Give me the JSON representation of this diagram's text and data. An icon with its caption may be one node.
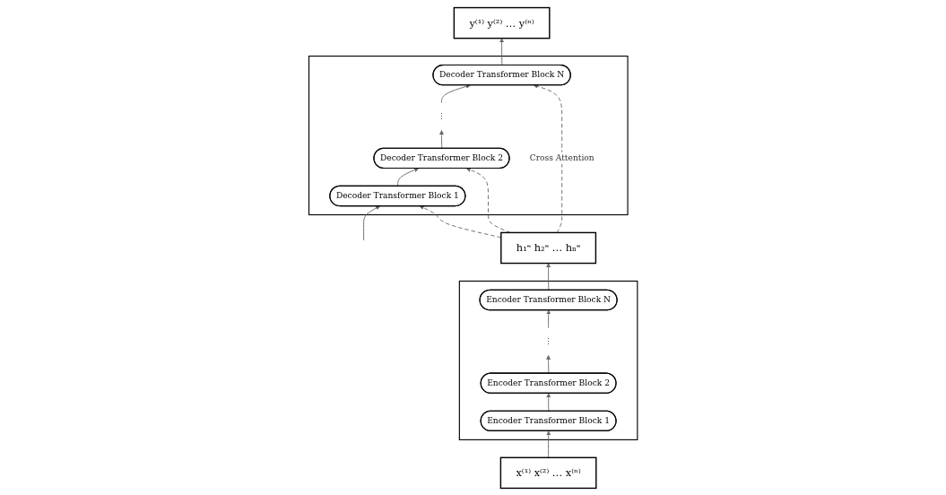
{
  "diagram": {
    "nodes": [
      {
        "text": [
          "h₁ᵉ h₂ᵉ … hₙᵉ"
        ]
      },
      {
        "text": [],
        "shape": "box"
      },
      {
        "text": [
          "Encoder Transformer Block N"
        ],
        "in": 1
      },
      {
        "text": [
          "⋮"
        ],
        "in": 1
      },
      {
        "text": [
          "Encoder Transformer Block 2"
        ],
        "in": 1
      },
      {
        "text": [
          "Encoder Transformer Block 1"
        ],
        "in": 1
      },
      {
        "text": [
          "x⁽¹⁾ x⁽²⁾ … x⁽ⁿ⁾"
        ]
      },
      {
        "text": [
          "y⁽¹⁾ y⁽²⁾ … y⁽ⁿ⁾"
        ]
      },
      {
        "text": [],
        "shape": "box"
      },
      {
        "text": [
          "Decoder Transformer Block N"
        ],
        "in": 8
      },
      {
        "text": [
          "⋮"
        ],
        "in": 8
      },
      {
        "text": [
          "Decoder Transformer Block 2"
        ],
        "in": 8
      },
      {
        "text": [
          "Decoder Transformer Block 1"
        ],
        "in": 8
      }
    ],
    "edges": [
      {
        "from": 6,
        "to": 5,
        "arrow": "to"
      },
      {
        "from": 5,
        "to": 4,
        "arrow": "to"
      },
      {
        "from": 4,
        "to": 3,
        "arrow": "to"
      },
      {
        "from": 3,
        "to": 2,
        "arrow": "to"
      },
      {
        "from": 2,
        "to": 0,
        "arrow": "to"
      },
      {
        "from": null,
        "to": 12,
        "arrow": "to"
      },
      {
        "from": 12,
        "to": 11,
        "arrow": "to"
      },
      {
        "from": 11,
        "to": 10,
        "arrow": "to"
      },
      {
        "from": 10,
        "to": 9,
        "arrow": "to"
      },
      {
        "from": 9,
        "to": 7,
        "arrow": "to"
      },
      {
        "from": 0,
        "to": 9,
        "arrow": "to",
        "style": "dashed",
        "label": "Cross Attention"
      },
      {
        "from": 0,
        "to": 11,
        "arrow": "to",
        "style": "dashed"
      },
      {
        "from": 0,
        "to": 12,
        "arrow": "to",
        "style": "dashed"
      }
    ]
  }
}
